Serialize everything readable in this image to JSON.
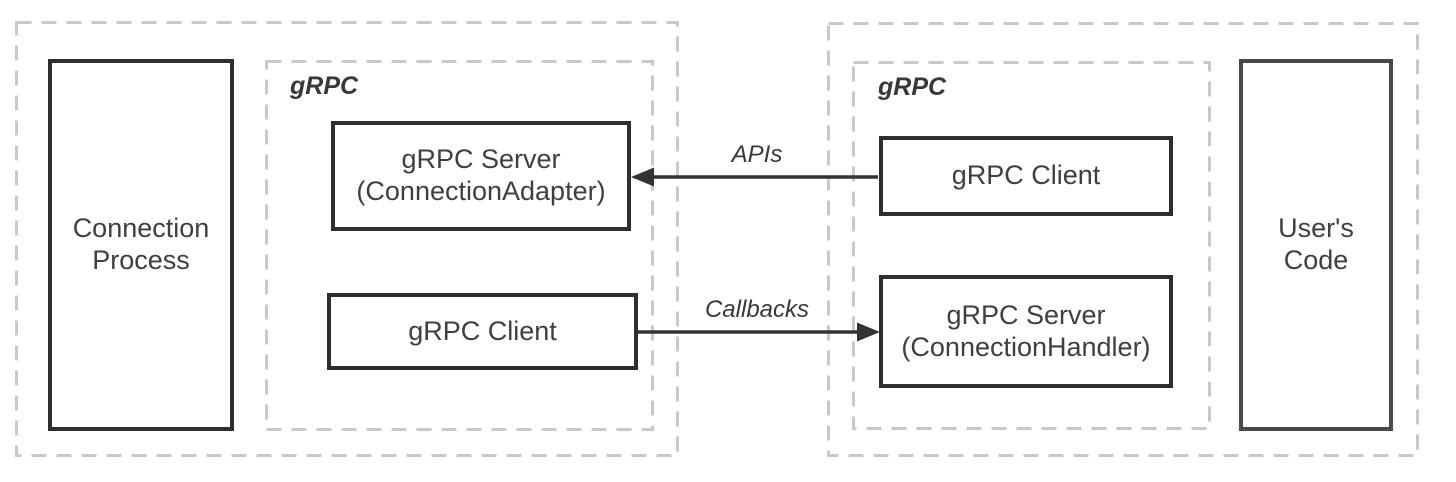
{
  "left_region": {
    "process_box": "Connection\nProcess",
    "grpc_container": {
      "title": "gRPC",
      "server_box": "gRPC Server\n(ConnectionAdapter)",
      "client_box": "gRPC Client"
    }
  },
  "right_region": {
    "grpc_container": {
      "title": "gRPC",
      "client_box": "gRPC Client",
      "server_box": "gRPC Server\n(ConnectionHandler)"
    },
    "users_code_box": "User's\nCode"
  },
  "arrows": {
    "apis": "APIs",
    "callbacks": "Callbacks"
  },
  "colors": {
    "box_border": "#2e2e2e",
    "users_code_border": "#4a4a4a",
    "dashed_container_border": "#c9c9c9",
    "arrow": "#333333",
    "text": "#3f3f3f",
    "background": "#ffffff"
  }
}
